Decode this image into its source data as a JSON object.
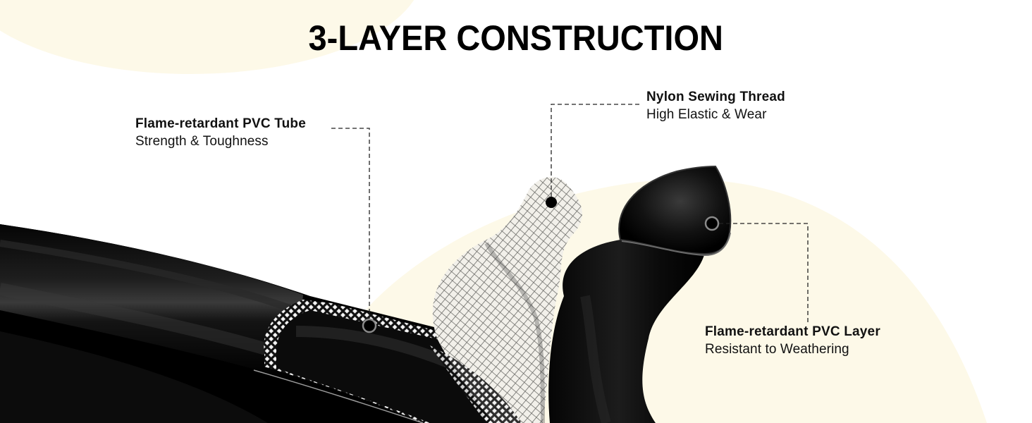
{
  "title": "3-LAYER CONSTRUCTION",
  "colors": {
    "background": "#ffffff",
    "accent_blob": "#fdf9e8",
    "hose": "#0a0a0a",
    "text": "#111111",
    "leader_line": "#222222"
  },
  "callouts": [
    {
      "id": "outer-tube",
      "name": "Flame-retardant PVC Tube",
      "description": "Strength & Toughness",
      "marker": "ring-dot"
    },
    {
      "id": "middle-thread",
      "name": "Nylon Sewing Thread",
      "description": "High Elastic & Wear",
      "marker": "solid-dot"
    },
    {
      "id": "inner-layer",
      "name": "Flame-retardant PVC Layer",
      "description": "Resistant to Weathering",
      "marker": "ring-dot"
    }
  ],
  "illustration": {
    "subject": "black PVC hose cutaway",
    "layers": [
      "outer PVC tube",
      "nylon mesh thread",
      "inner PVC layer"
    ]
  }
}
